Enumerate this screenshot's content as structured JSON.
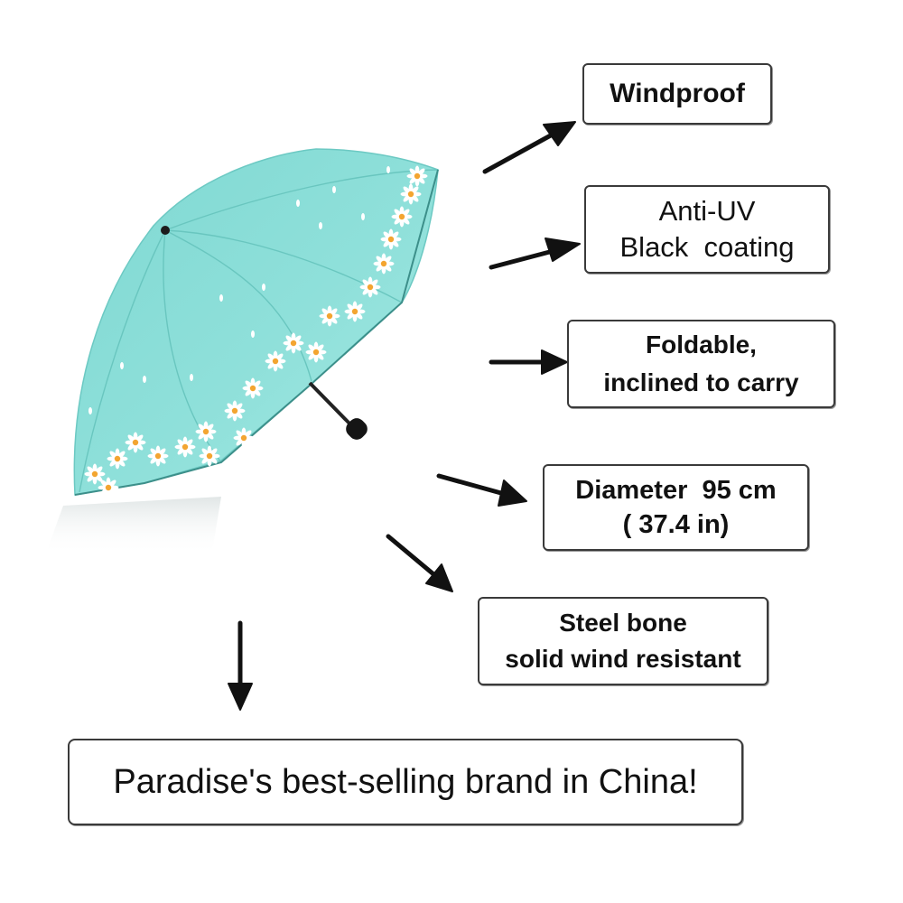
{
  "image": {
    "subject": "umbrella-illustration",
    "canopy_color": "#86dcd6",
    "accent_color": "#f3a531",
    "arrow_color": "#111111"
  },
  "features": {
    "windproof": "Windproof",
    "antiuv": {
      "line1": "Anti-UV",
      "line2": "Black  coating"
    },
    "foldable": {
      "line1": "Foldable,",
      "line2": "inclined to carry"
    },
    "diameter": {
      "line1": "Diameter  95 cm",
      "line2": "( 37.4 in)"
    },
    "steel": {
      "line1": "Steel bone",
      "line2": "solid wind resistant"
    }
  },
  "brand": {
    "tagline": "Paradise's best-selling brand in China!"
  }
}
